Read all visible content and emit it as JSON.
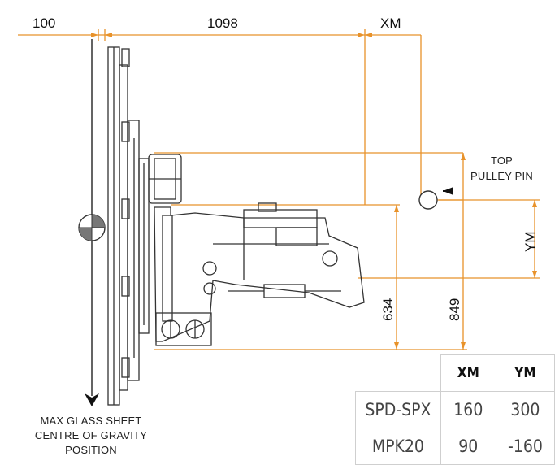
{
  "dimensions": {
    "left_offset": "100",
    "span": "1098",
    "xm": "XM",
    "ym": "YM",
    "height_a": "634",
    "height_b": "849"
  },
  "labels": {
    "pin_line1": "TOP",
    "pin_line2": "PULLEY PIN",
    "cog_line1": "MAX GLASS SHEET",
    "cog_line2": "CENTRE OF GRAVITY",
    "cog_line3": "POSITION"
  },
  "table": {
    "headers": [
      "",
      "XM",
      "YM"
    ],
    "rows": [
      {
        "model": "SPD-SPX",
        "xm": "160",
        "ym": "300"
      },
      {
        "model": "MPK20",
        "xm": "90",
        "ym": "-160"
      }
    ]
  },
  "colors": {
    "dimension_line": "#e8922a",
    "outline": "#333333"
  }
}
